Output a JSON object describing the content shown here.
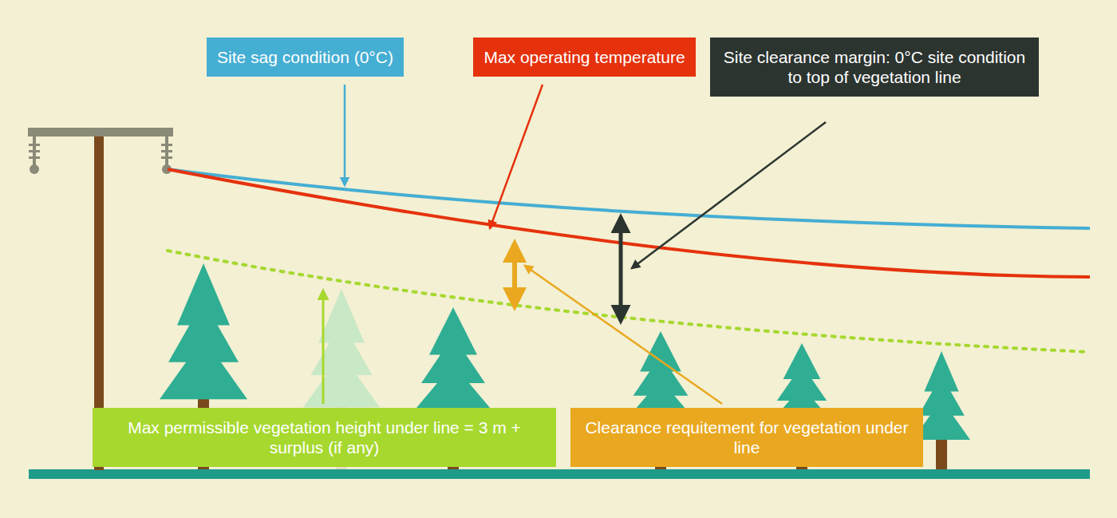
{
  "diagram": {
    "nodes": [
      {
        "text": [
          "Site sag condition (0°C)"
        ]
      },
      {
        "text": [
          "Max operating temperature"
        ]
      },
      {
        "text": [
          "Site clearance margin: 0°C site condition to top of vegetation line"
        ]
      },
      {
        "text": [
          "Max permissible vegetation height under line = 3 m + surplus (if any)"
        ]
      },
      {
        "text": [
          "Clearance requitement for vegetation under line"
        ]
      }
    ]
  }
}
